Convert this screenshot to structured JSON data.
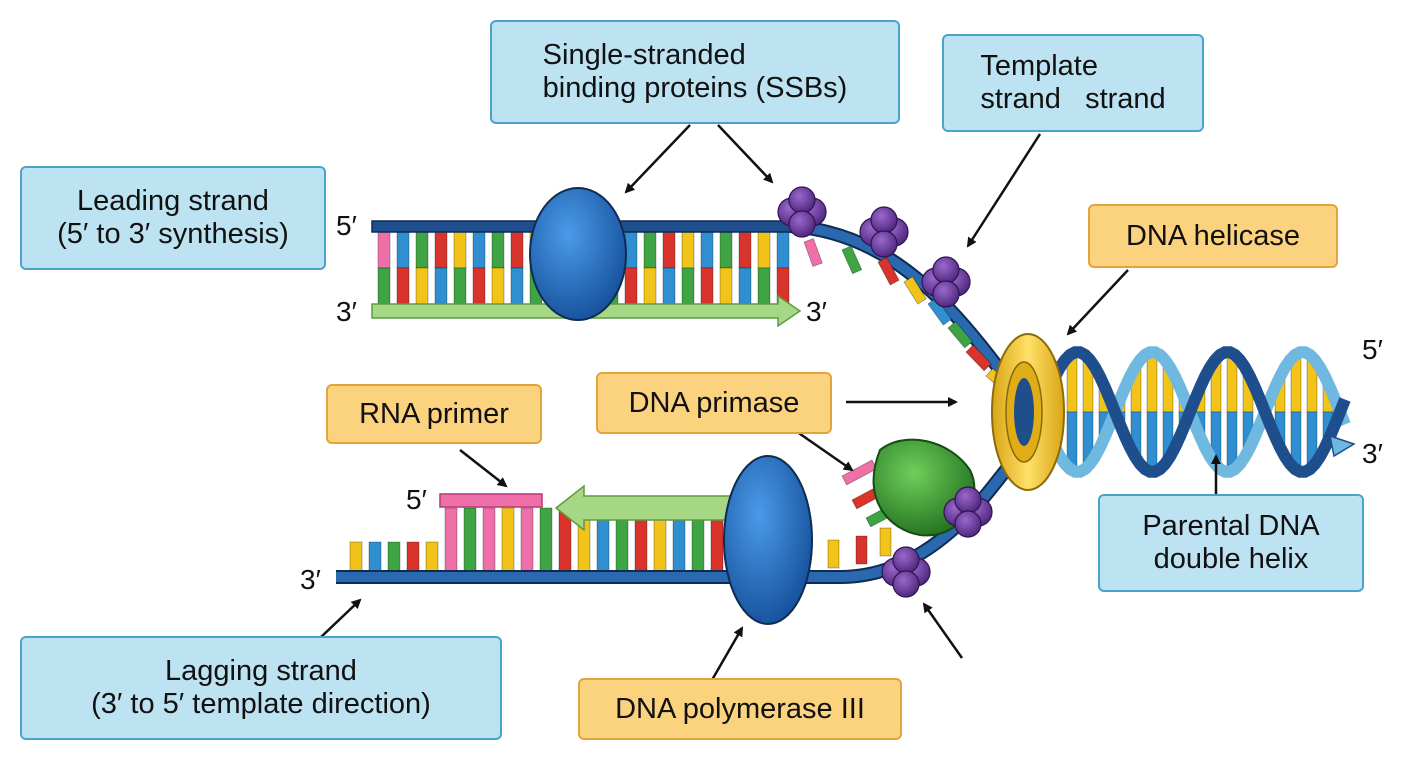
{
  "labels": {
    "leading": {
      "line1": "Leading strand",
      "line2": "(5′ to 3′ synthesis)"
    },
    "ssb": {
      "line1": "Single-stranded",
      "line2": "binding proteins (SSBs)"
    },
    "template": {
      "line1": "Template",
      "line2": "strand   strand"
    },
    "helicase": "DNA helicase",
    "primase": "DNA primase",
    "rna_primer": "RNA primer",
    "parental": {
      "line1": "Parental DNA",
      "line2": "double helix"
    },
    "lagging": {
      "line1": "Lagging strand",
      "line2": "(3′ to 5′ template direction)"
    },
    "polymerase": "DNA polymerase III"
  },
  "strand_ends": {
    "leading_top_left": "5′",
    "leading_bottom_left": "3′",
    "leading_arrow_end": "3′",
    "helix_top_right": "5′",
    "helix_bottom_right": "3′",
    "primer_5": "5′",
    "lagging_left": "3′"
  },
  "colors": {
    "strand_dark": "#1f4e8c",
    "strand_light": "#6fb8e0",
    "new_strand": "#a6d785",
    "primer": "#ef6fa9",
    "base_red": "#d9342b",
    "base_green": "#3fa544",
    "base_blue": "#2f8fd1",
    "base_yellow": "#f2c318",
    "polymerase": "#1f67b8",
    "ssb": "#6e3ca3",
    "primase": "#3c9a3a",
    "helicase": "#f2c52a",
    "label_blue_bg": "#bde3f2",
    "label_orange_bg": "#fbd27e"
  }
}
